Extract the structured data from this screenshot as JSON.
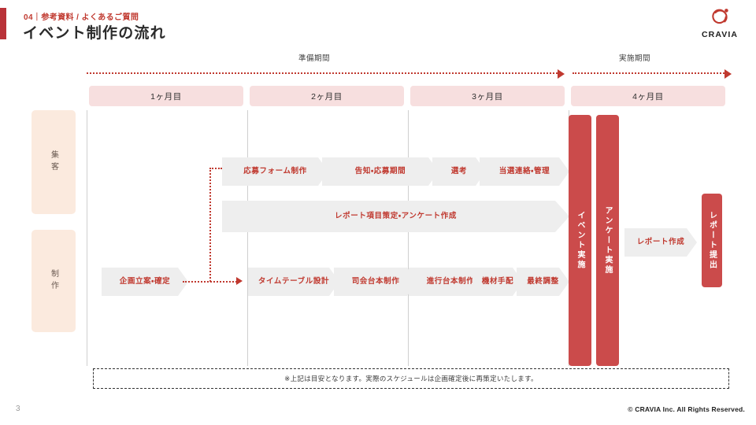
{
  "header": {
    "eyebrow": "04｜参考資料 / よくあるご質問",
    "title": "イベント制作の流れ",
    "logo_text": "CRAVIA",
    "accent_color": "#b93238"
  },
  "phases": [
    {
      "label": "準備期間"
    },
    {
      "label": "実施期間"
    }
  ],
  "months": [
    {
      "label": "1ヶ月目"
    },
    {
      "label": "2ヶ月目"
    },
    {
      "label": "3ヶ月目"
    },
    {
      "label": "4ヶ月目"
    }
  ],
  "categories": [
    {
      "label": "集客"
    },
    {
      "label": "制作"
    }
  ],
  "rows": {
    "acquisition": [
      {
        "label": "応募フォーム制作"
      },
      {
        "label": "告知・応募期間"
      },
      {
        "label": "選考"
      },
      {
        "label": "当選連絡・管理"
      }
    ],
    "report_plan": [
      {
        "label": "レポート項目策定・アンケート作成"
      }
    ],
    "production": [
      {
        "label": "企画立案・確定"
      },
      {
        "label": "タイムテーブル設計"
      },
      {
        "label": "司会台本制作"
      },
      {
        "label": "進行台本制作"
      },
      {
        "label": "機材手配"
      },
      {
        "label": "最終調整"
      }
    ],
    "report_make": [
      {
        "label": "レポート作成"
      }
    ]
  },
  "milestones": [
    {
      "label": "イベント実施"
    },
    {
      "label": "アンケート実施"
    },
    {
      "label": "レポート提出"
    }
  ],
  "note": {
    "text": "※上記は目安となります。実際のスケジュールは企画確定後に再策定いたします。"
  },
  "footer": {
    "page_number": "3",
    "copyright": "© CRAVIA Inc. All Rights Reserved."
  },
  "colors": {
    "brand_red": "#c0392f",
    "milestone_red": "#cb4b4b",
    "month_header": "#f7dfdf",
    "category_rail": "#fbeade",
    "step_gray": "#eeeeee"
  }
}
